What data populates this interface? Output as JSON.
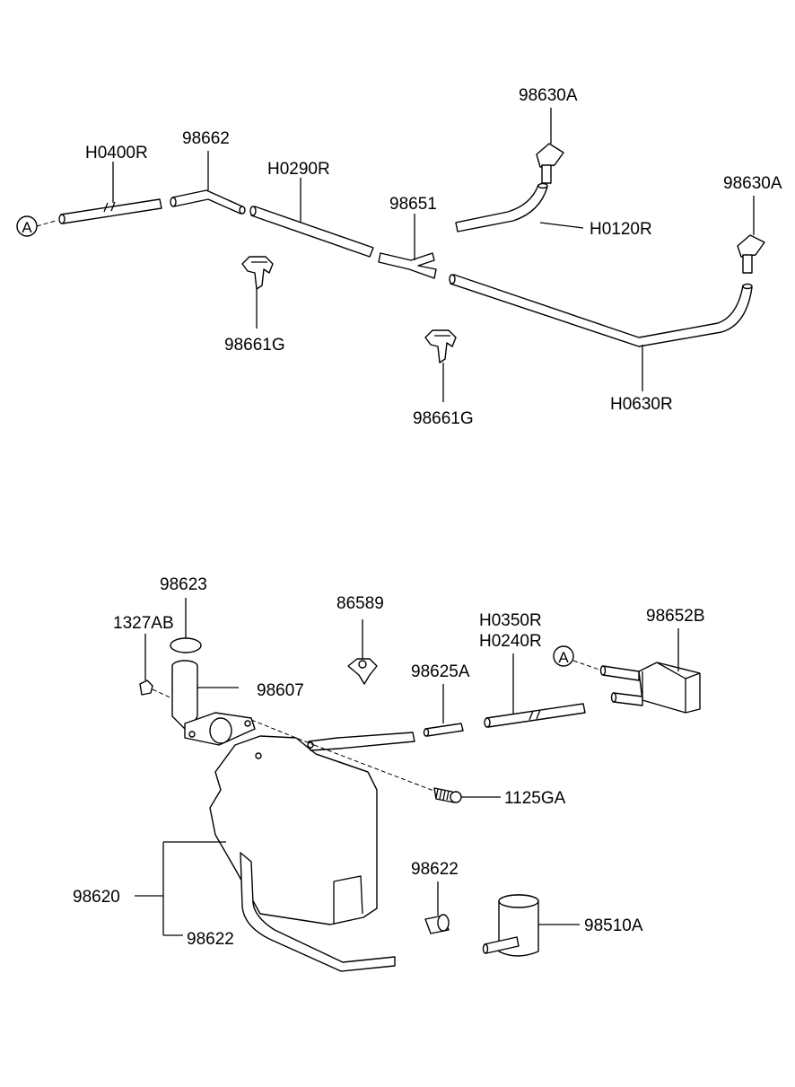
{
  "labels": {
    "h0400r": "H0400R",
    "p98662": "98662",
    "h0290r": "H0290R",
    "p98651": "98651",
    "p98630a_1": "98630A",
    "h0120r": "H0120R",
    "p98630a_2": "98630A",
    "p98661g_1": "98661G",
    "p98661g_2": "98661G",
    "h0630r": "H0630R",
    "p98623": "98623",
    "p1327ab": "1327AB",
    "p98607": "98607",
    "p86589": "86589",
    "h0350r": "H0350R",
    "h0240r": "H0240R",
    "p98625a": "98625A",
    "p98652b": "98652B",
    "p1125ga": "1125GA",
    "p98620": "98620",
    "p98622_1": "98622",
    "p98622_2": "98622",
    "p98510a": "98510A",
    "connector_a_1": "A",
    "connector_a_2": "A"
  },
  "icons": {
    "connector": "circle-letter-icon",
    "hose": "tube-icon",
    "clip": "clip-icon",
    "nozzle": "nozzle-icon",
    "tank": "reservoir-icon",
    "pump": "pump-icon",
    "bolt": "bolt-icon"
  }
}
